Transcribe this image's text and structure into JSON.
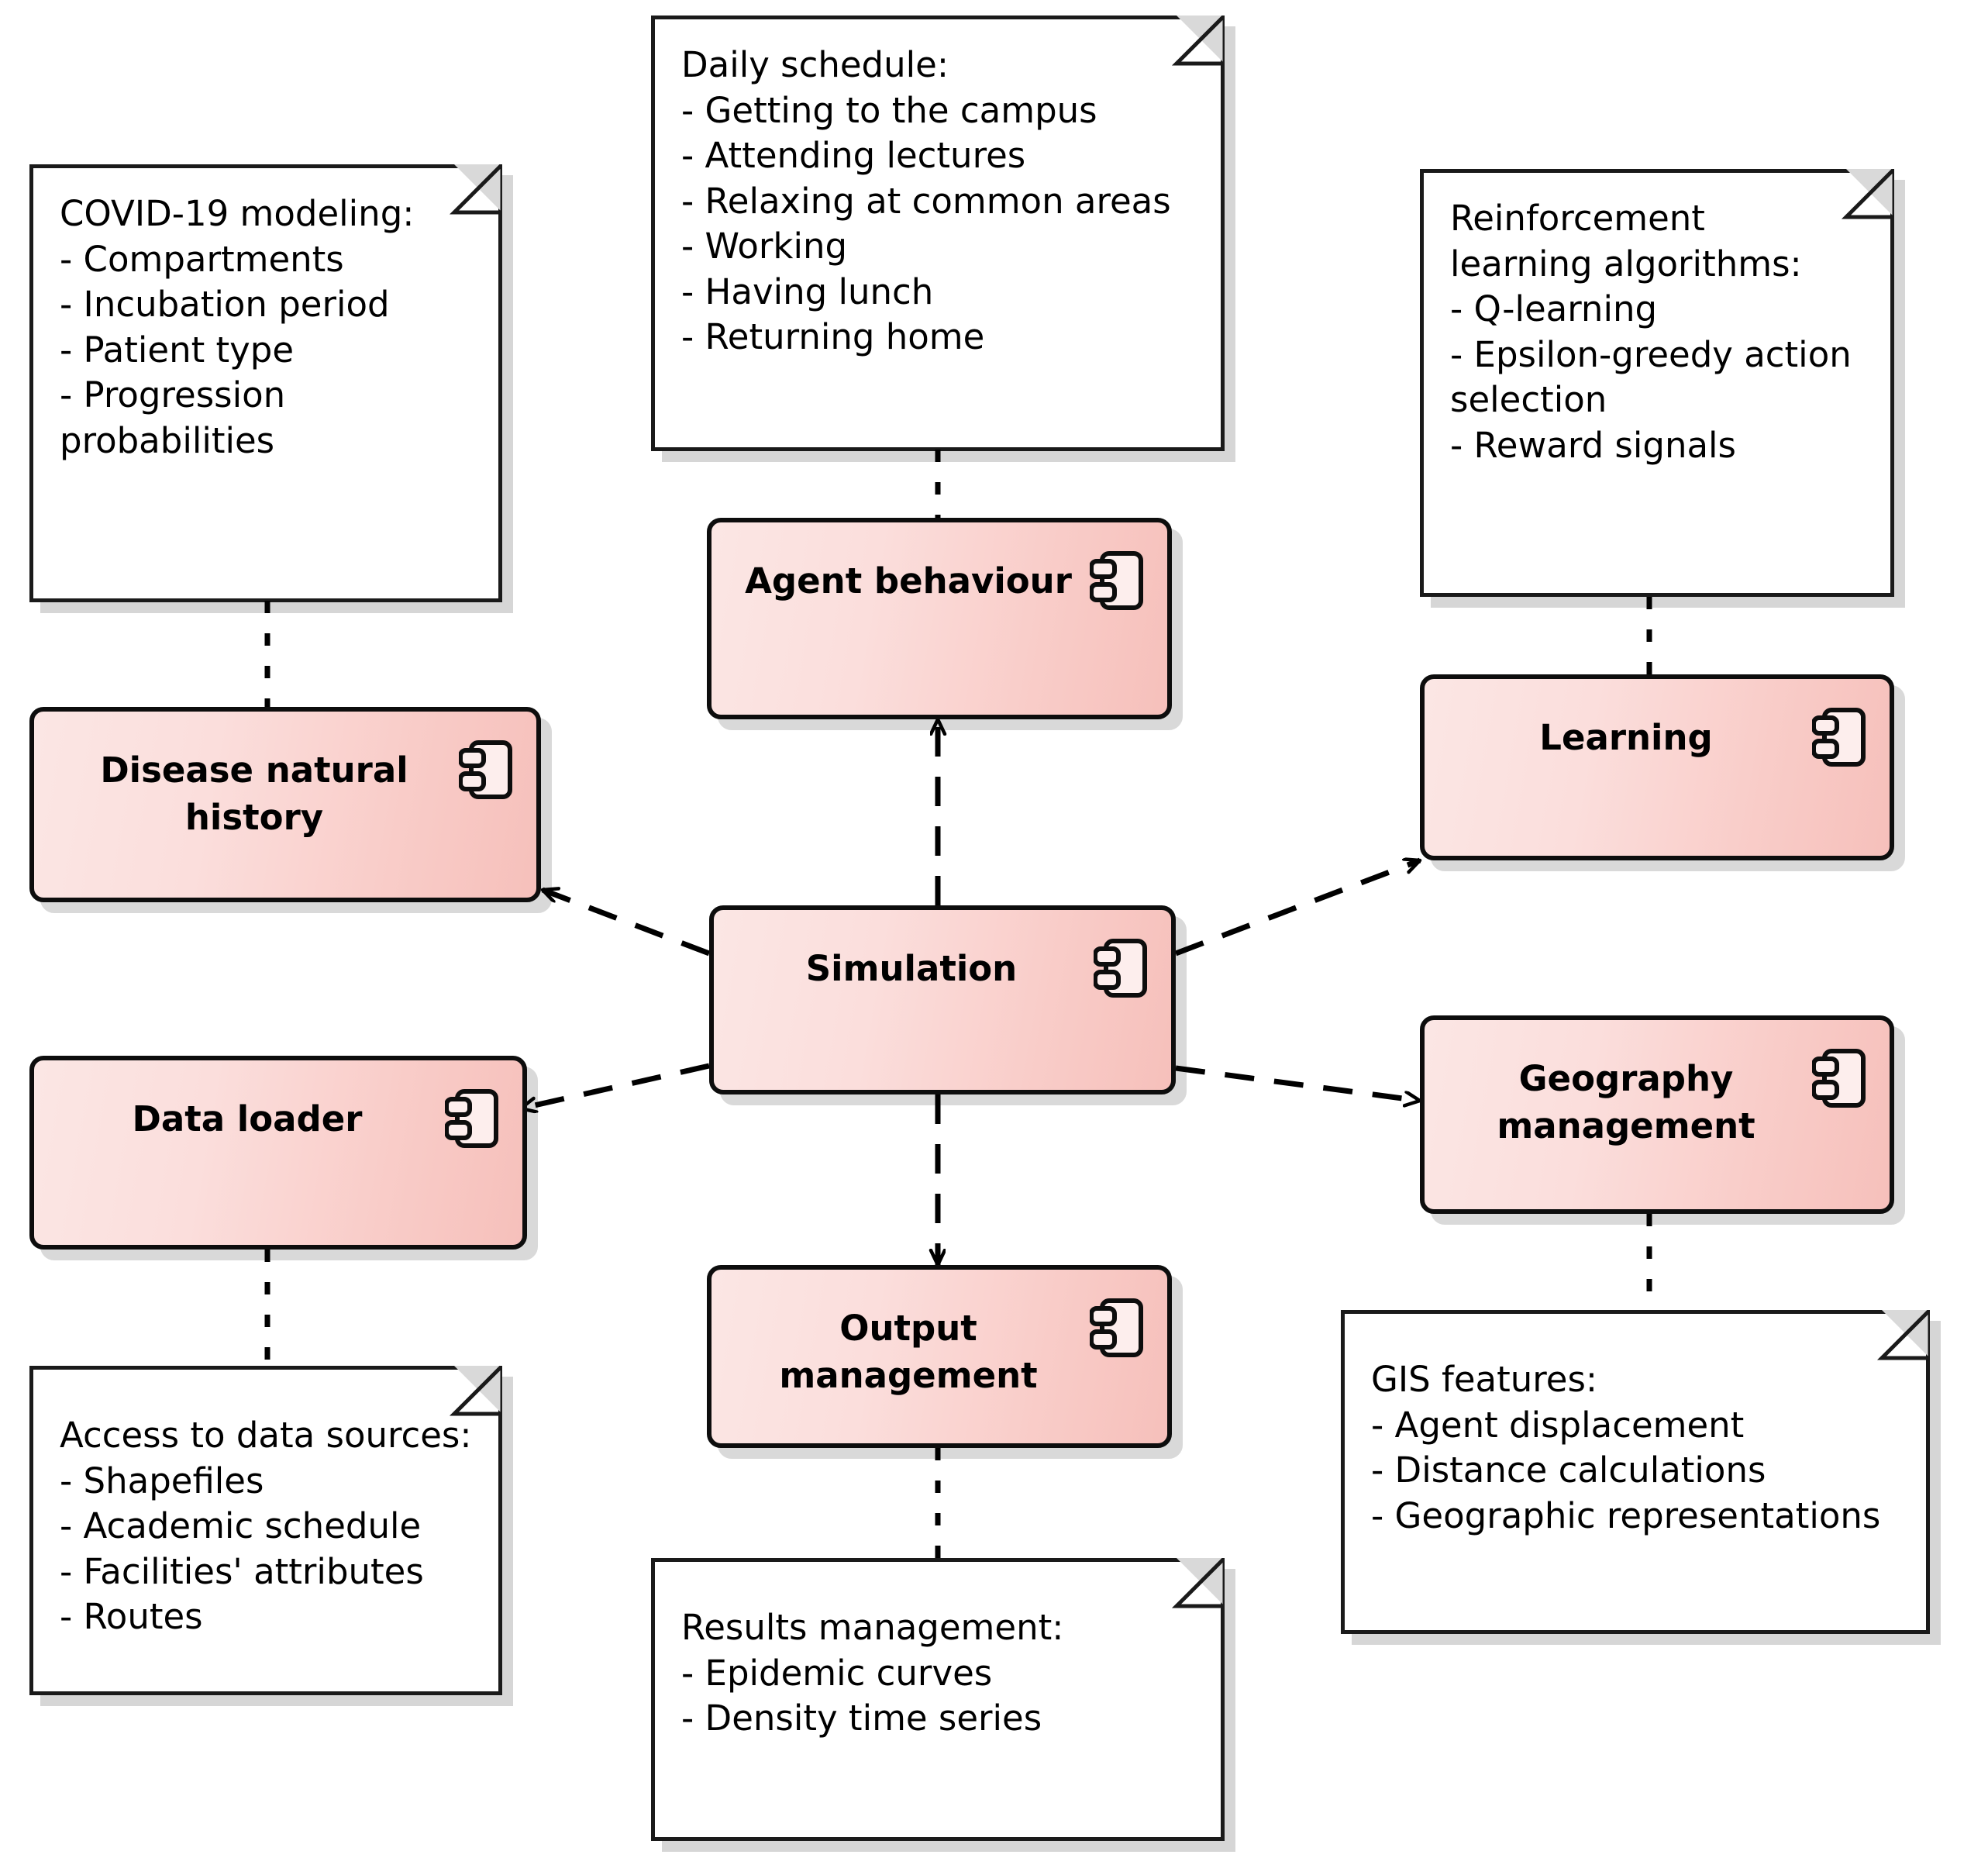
{
  "diagram": {
    "title": "UML component diagram of an agent-based COVID-19 campus simulation",
    "type": "uml-component-diagram",
    "colors": {
      "component_fill_light": "#fbe6e4",
      "component_fill_dark": "#f6c0bb",
      "component_border": "#0d0d0d",
      "note_fill": "#ffffff",
      "note_border": "#1a1a1a",
      "note_fold": "#d9d9d9",
      "connector": "#000000"
    }
  },
  "components": [
    {
      "id": "agent-behaviour",
      "label": "Agent behaviour",
      "icon": "uml-component-icon"
    },
    {
      "id": "disease-natural-history",
      "label": "Disease natural\nhistory",
      "icon": "uml-component-icon"
    },
    {
      "id": "learning",
      "label": "Learning",
      "icon": "uml-component-icon"
    },
    {
      "id": "simulation",
      "label": "Simulation",
      "icon": "uml-component-icon"
    },
    {
      "id": "data-loader",
      "label": "Data loader",
      "icon": "uml-component-icon"
    },
    {
      "id": "geography-management",
      "label": "Geography\nmanagement",
      "icon": "uml-component-icon"
    },
    {
      "id": "output-management",
      "label": "Output\nmanagement",
      "icon": "uml-component-icon"
    }
  ],
  "notes": [
    {
      "id": "note-covid-modeling",
      "attached_to": "disease-natural-history",
      "lines": [
        "COVID-19 modeling:",
        "- Compartments",
        "- Incubation period",
        "- Patient type",
        "- Progression",
        "probabilities"
      ]
    },
    {
      "id": "note-daily-schedule",
      "attached_to": "agent-behaviour",
      "lines": [
        "Daily schedule:",
        "- Getting to the campus",
        "- Attending lectures",
        "- Relaxing at common areas",
        "- Working",
        "- Having lunch",
        "- Returning home"
      ]
    },
    {
      "id": "note-reinforcement-learning",
      "attached_to": "learning",
      "lines": [
        "Reinforcement",
        "learning algorithms:",
        "- Q-learning",
        "- Epsilon-greedy action",
        "selection",
        "- Reward signals"
      ]
    },
    {
      "id": "note-data-sources",
      "attached_to": "data-loader",
      "lines": [
        "Access to data sources:",
        "- Shapefiles",
        "- Academic schedule",
        "- Facilities' attributes",
        "- Routes"
      ]
    },
    {
      "id": "note-results-management",
      "attached_to": "output-management",
      "lines": [
        "Results management:",
        "- Epidemic curves",
        "- Density time series"
      ]
    },
    {
      "id": "note-gis-features",
      "attached_to": "geography-management",
      "lines": [
        "GIS features:",
        "- Agent displacement",
        "- Distance calculations",
        "- Geographic representations"
      ]
    }
  ],
  "connections": [
    {
      "from": "simulation",
      "to": "disease-natural-history",
      "style": "dashed",
      "arrow": "open"
    },
    {
      "from": "simulation",
      "to": "data-loader",
      "style": "dashed",
      "arrow": "open"
    },
    {
      "from": "simulation",
      "to": "learning",
      "style": "dashed",
      "arrow": "open"
    },
    {
      "from": "simulation",
      "to": "geography-management",
      "style": "dashed",
      "arrow": "open"
    },
    {
      "from": "simulation",
      "to": "agent-behaviour",
      "style": "dashed",
      "arrow": "open"
    },
    {
      "from": "simulation",
      "to": "output-management",
      "style": "dashed",
      "arrow": "open"
    },
    {
      "from": "note-covid-modeling",
      "to": "disease-natural-history",
      "style": "dotted",
      "arrow": "none"
    },
    {
      "from": "note-daily-schedule",
      "to": "agent-behaviour",
      "style": "dotted",
      "arrow": "none"
    },
    {
      "from": "note-reinforcement-learning",
      "to": "learning",
      "style": "dotted",
      "arrow": "none"
    },
    {
      "from": "note-data-sources",
      "to": "data-loader",
      "style": "dotted",
      "arrow": "none"
    },
    {
      "from": "note-results-management",
      "to": "output-management",
      "style": "dotted",
      "arrow": "none"
    },
    {
      "from": "note-gis-features",
      "to": "geography-management",
      "style": "dotted",
      "arrow": "none"
    }
  ]
}
